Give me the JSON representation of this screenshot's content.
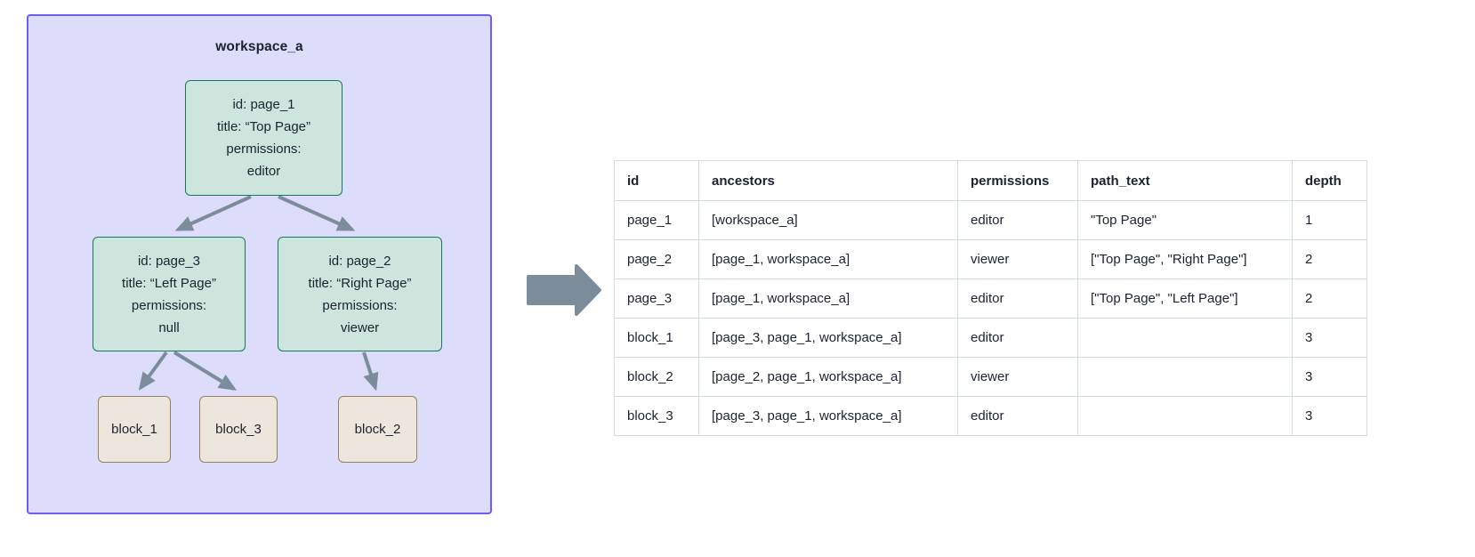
{
  "workspace": {
    "title": "workspace_a",
    "border_color": "#6b5ef0",
    "fill_color": "#ddddfb",
    "page_nodes": [
      {
        "key": "page_1",
        "id_line": "id: page_1",
        "title_line": "title: “Top Page”",
        "permissions_label": "permissions:",
        "permissions_value": "editor"
      },
      {
        "key": "page_3",
        "id_line": "id: page_3",
        "title_line": "title: “Left Page”",
        "permissions_label": "permissions:",
        "permissions_value": "null"
      },
      {
        "key": "page_2",
        "id_line": "id: page_2",
        "title_line": "title: “Right Page”",
        "permissions_label": "permissions:",
        "permissions_value": "viewer"
      }
    ],
    "block_nodes": [
      {
        "key": "block_1",
        "label": "block_1"
      },
      {
        "key": "block_3",
        "label": "block_3"
      },
      {
        "key": "block_2",
        "label": "block_2"
      }
    ],
    "node_colors": {
      "page_fill": "#cde5dc",
      "page_border": "#14795e",
      "block_fill": "#ece6dc",
      "block_border": "#93825b",
      "edge": "#7b8c9b"
    },
    "edges": [
      {
        "from": "page_1",
        "to": "page_3"
      },
      {
        "from": "page_1",
        "to": "page_2"
      },
      {
        "from": "page_3",
        "to": "block_1"
      },
      {
        "from": "page_3",
        "to": "block_3"
      },
      {
        "from": "page_2",
        "to": "block_2"
      }
    ]
  },
  "transform_arrow": {
    "direction": "right",
    "color": "#7b8c9b"
  },
  "table": {
    "headers": [
      "id",
      "ancestors",
      "permissions",
      "path_text",
      "depth"
    ],
    "rows": [
      {
        "id": "page_1",
        "ancestors": "[workspace_a]",
        "permissions": "editor",
        "path_text": "\"Top Page\"",
        "depth": "1"
      },
      {
        "id": "page_2",
        "ancestors": "[page_1, workspace_a]",
        "permissions": "viewer",
        "path_text": "[\"Top Page\", \"Right Page\"]",
        "depth": "2"
      },
      {
        "id": "page_3",
        "ancestors": "[page_1, workspace_a]",
        "permissions": "editor",
        "path_text": "[\"Top Page\", \"Left Page\"]",
        "depth": "2"
      },
      {
        "id": "block_1",
        "ancestors": "[page_3, page_1, workspace_a]",
        "permissions": "editor",
        "path_text": "",
        "depth": "3"
      },
      {
        "id": "block_2",
        "ancestors": "[page_2, page_1, workspace_a]",
        "permissions": "viewer",
        "path_text": "",
        "depth": "3"
      },
      {
        "id": "block_3",
        "ancestors": "[page_3, page_1, workspace_a]",
        "permissions": "editor",
        "path_text": "",
        "depth": "3"
      }
    ]
  }
}
